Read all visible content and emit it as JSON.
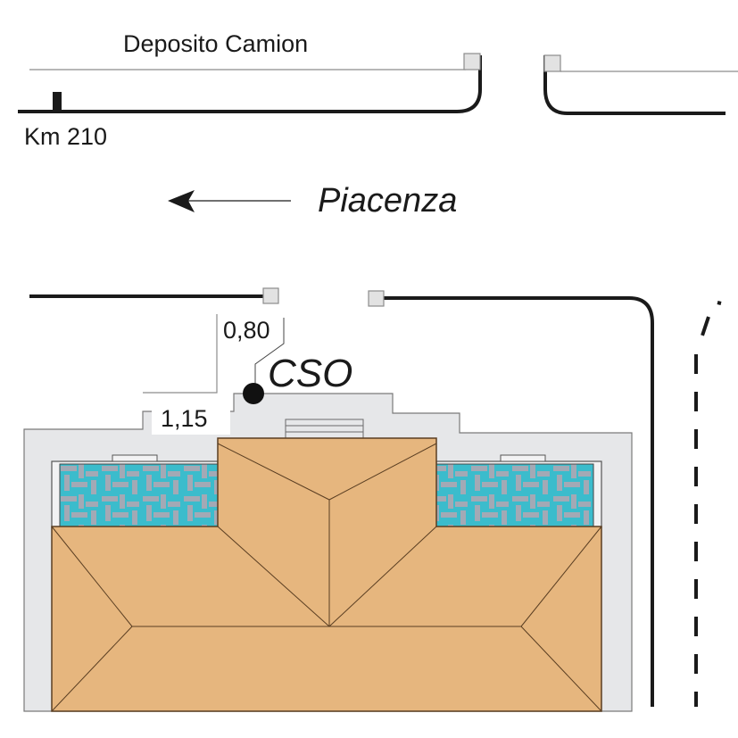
{
  "labels": {
    "deposit": "Deposito Camion",
    "km_marker": "Km 210",
    "direction": "Piacenza",
    "station_code": "CSO",
    "dim_top": "0,80",
    "dim_side": "1,15"
  },
  "colors": {
    "road_line": "#1a1a1a",
    "thin_line": "#8c8c8c",
    "pavement": "#e6e7e9",
    "roof": "#e6b67e",
    "roof_line": "#5a3e22",
    "planter_bg": "#3bbccc",
    "planter_pattern": "#a3a9b5",
    "post": "#e2e2e2"
  }
}
